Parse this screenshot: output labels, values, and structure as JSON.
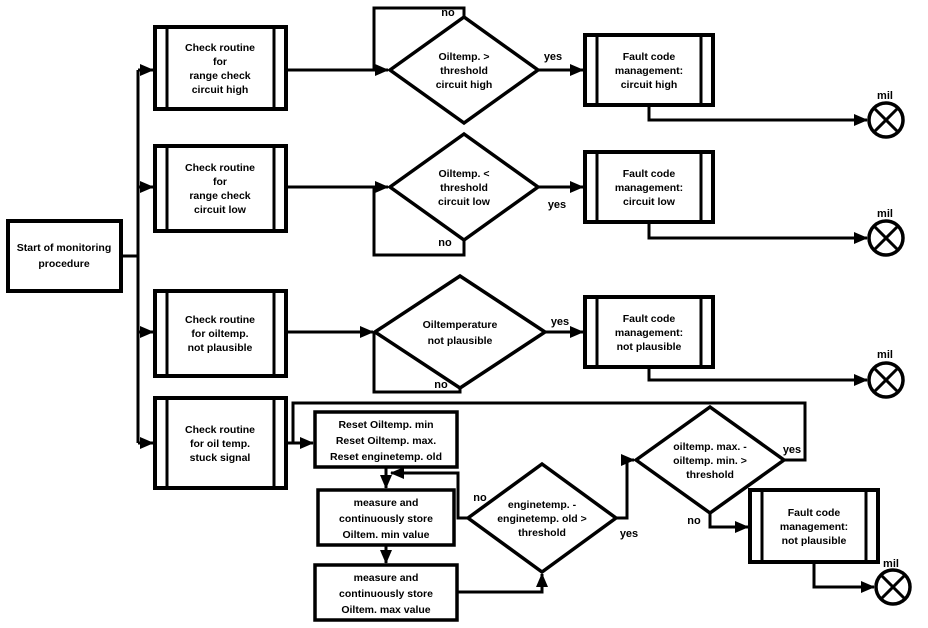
{
  "diagram": {
    "colors": {
      "ink": "#000000",
      "background": "#ffffff"
    },
    "nodes": {
      "start": {
        "type": "process",
        "lines": [
          "Start of monitoring",
          "procedure"
        ]
      },
      "check_range_high": {
        "type": "subroutine",
        "lines": [
          "Check routine",
          "for",
          "range check",
          "circuit high"
        ]
      },
      "check_range_low": {
        "type": "subroutine",
        "lines": [
          "Check routine",
          "for",
          "range check",
          "circuit low"
        ]
      },
      "check_not_plausible": {
        "type": "subroutine",
        "lines": [
          "Check routine",
          "for oiltemp.",
          "not plausible"
        ]
      },
      "check_stuck_signal": {
        "type": "subroutine",
        "lines": [
          "Check routine",
          "for oil temp.",
          "stuck signal"
        ]
      },
      "decision_circuit_high": {
        "type": "decision",
        "lines": [
          "Oiltemp. >",
          "threshold",
          "circuit high"
        ]
      },
      "decision_circuit_low": {
        "type": "decision",
        "lines": [
          "Oiltemp. <",
          "threshold",
          "circuit low"
        ]
      },
      "decision_not_plausible": {
        "type": "decision",
        "lines": [
          "Oiltemperature",
          "not plausible"
        ]
      },
      "decision_enginetemp": {
        "type": "decision",
        "lines": [
          "enginetemp. -",
          "enginetemp. old >",
          "threshold"
        ]
      },
      "decision_oiltemp_range": {
        "type": "decision",
        "lines": [
          "oiltemp. max. -",
          "oiltemp. min. >",
          "threshold"
        ]
      },
      "fault_circuit_high": {
        "type": "subroutine",
        "lines": [
          "Fault code",
          "management:",
          "circuit high"
        ]
      },
      "fault_circuit_low": {
        "type": "subroutine",
        "lines": [
          "Fault code",
          "management:",
          "circuit low"
        ]
      },
      "fault_not_plausible": {
        "type": "subroutine",
        "lines": [
          "Fault code",
          "management:",
          "not plausible"
        ]
      },
      "fault_stuck": {
        "type": "subroutine",
        "lines": [
          "Fault code",
          "management:",
          "not plausible"
        ]
      },
      "reset": {
        "type": "process",
        "lines": [
          "Reset Oiltemp. min",
          "Reset Oiltemp. max.",
          "Reset enginetemp. old"
        ]
      },
      "measure_min": {
        "type": "process",
        "lines": [
          "measure and",
          "continuously store",
          "Oiltem. min value"
        ]
      },
      "measure_max": {
        "type": "process",
        "lines": [
          "measure and",
          "continuously store",
          "Oiltem. max value"
        ]
      }
    },
    "labels": {
      "yes": "yes",
      "no": "no",
      "mil": "mil"
    }
  }
}
